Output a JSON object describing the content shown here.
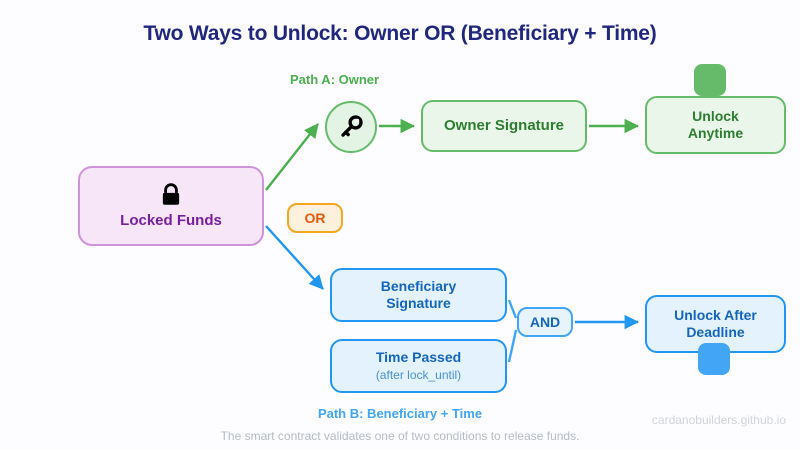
{
  "diagram": {
    "title": "Two Ways to Unlock: Owner OR (Beneficiary + Time)",
    "caption": "The smart contract validates one of two conditions to release funds.",
    "watermark": "cardanobuilders.github.io",
    "path_a_label": "Path A: Owner",
    "path_b_label": "Path B: Beneficiary + Time",
    "colors": {
      "title": "#21277e",
      "green_border": "#66bb6a",
      "green_fill": "#eaf6ea",
      "green_text": "#2e7d32",
      "green_solid": "#66bb6a",
      "blue_border": "#2196f3",
      "blue_fill": "#e3f2fd",
      "blue_text": "#1565c0",
      "blue_solid": "#42a5f5",
      "purple_border": "#ce93d8",
      "purple_fill": "#f6e6f8",
      "purple_text": "#7b1fa2",
      "orange_border": "#f5a623",
      "orange_fill": "#fdf0dd",
      "orange_text": "#e8590c",
      "caption_text": "#b5bcc4"
    }
  },
  "nodes": {
    "locked_funds": {
      "label": "Locked Funds",
      "icon": "padlock-icon"
    },
    "key": {
      "icon": "key-icon"
    },
    "owner_signature": {
      "label": "Owner Signature"
    },
    "unlock_anytime": {
      "label_line1": "Unlock",
      "label_line2": "Anytime"
    },
    "beneficiary_signature": {
      "label_line1": "Beneficiary",
      "label_line2": "Signature"
    },
    "time_passed": {
      "label": "Time Passed",
      "sublabel": "(after lock_until)"
    },
    "unlock_after_deadline": {
      "label_line1": "Unlock After",
      "label_line2": "Deadline"
    }
  },
  "operators": {
    "or": "OR",
    "and": "AND"
  }
}
